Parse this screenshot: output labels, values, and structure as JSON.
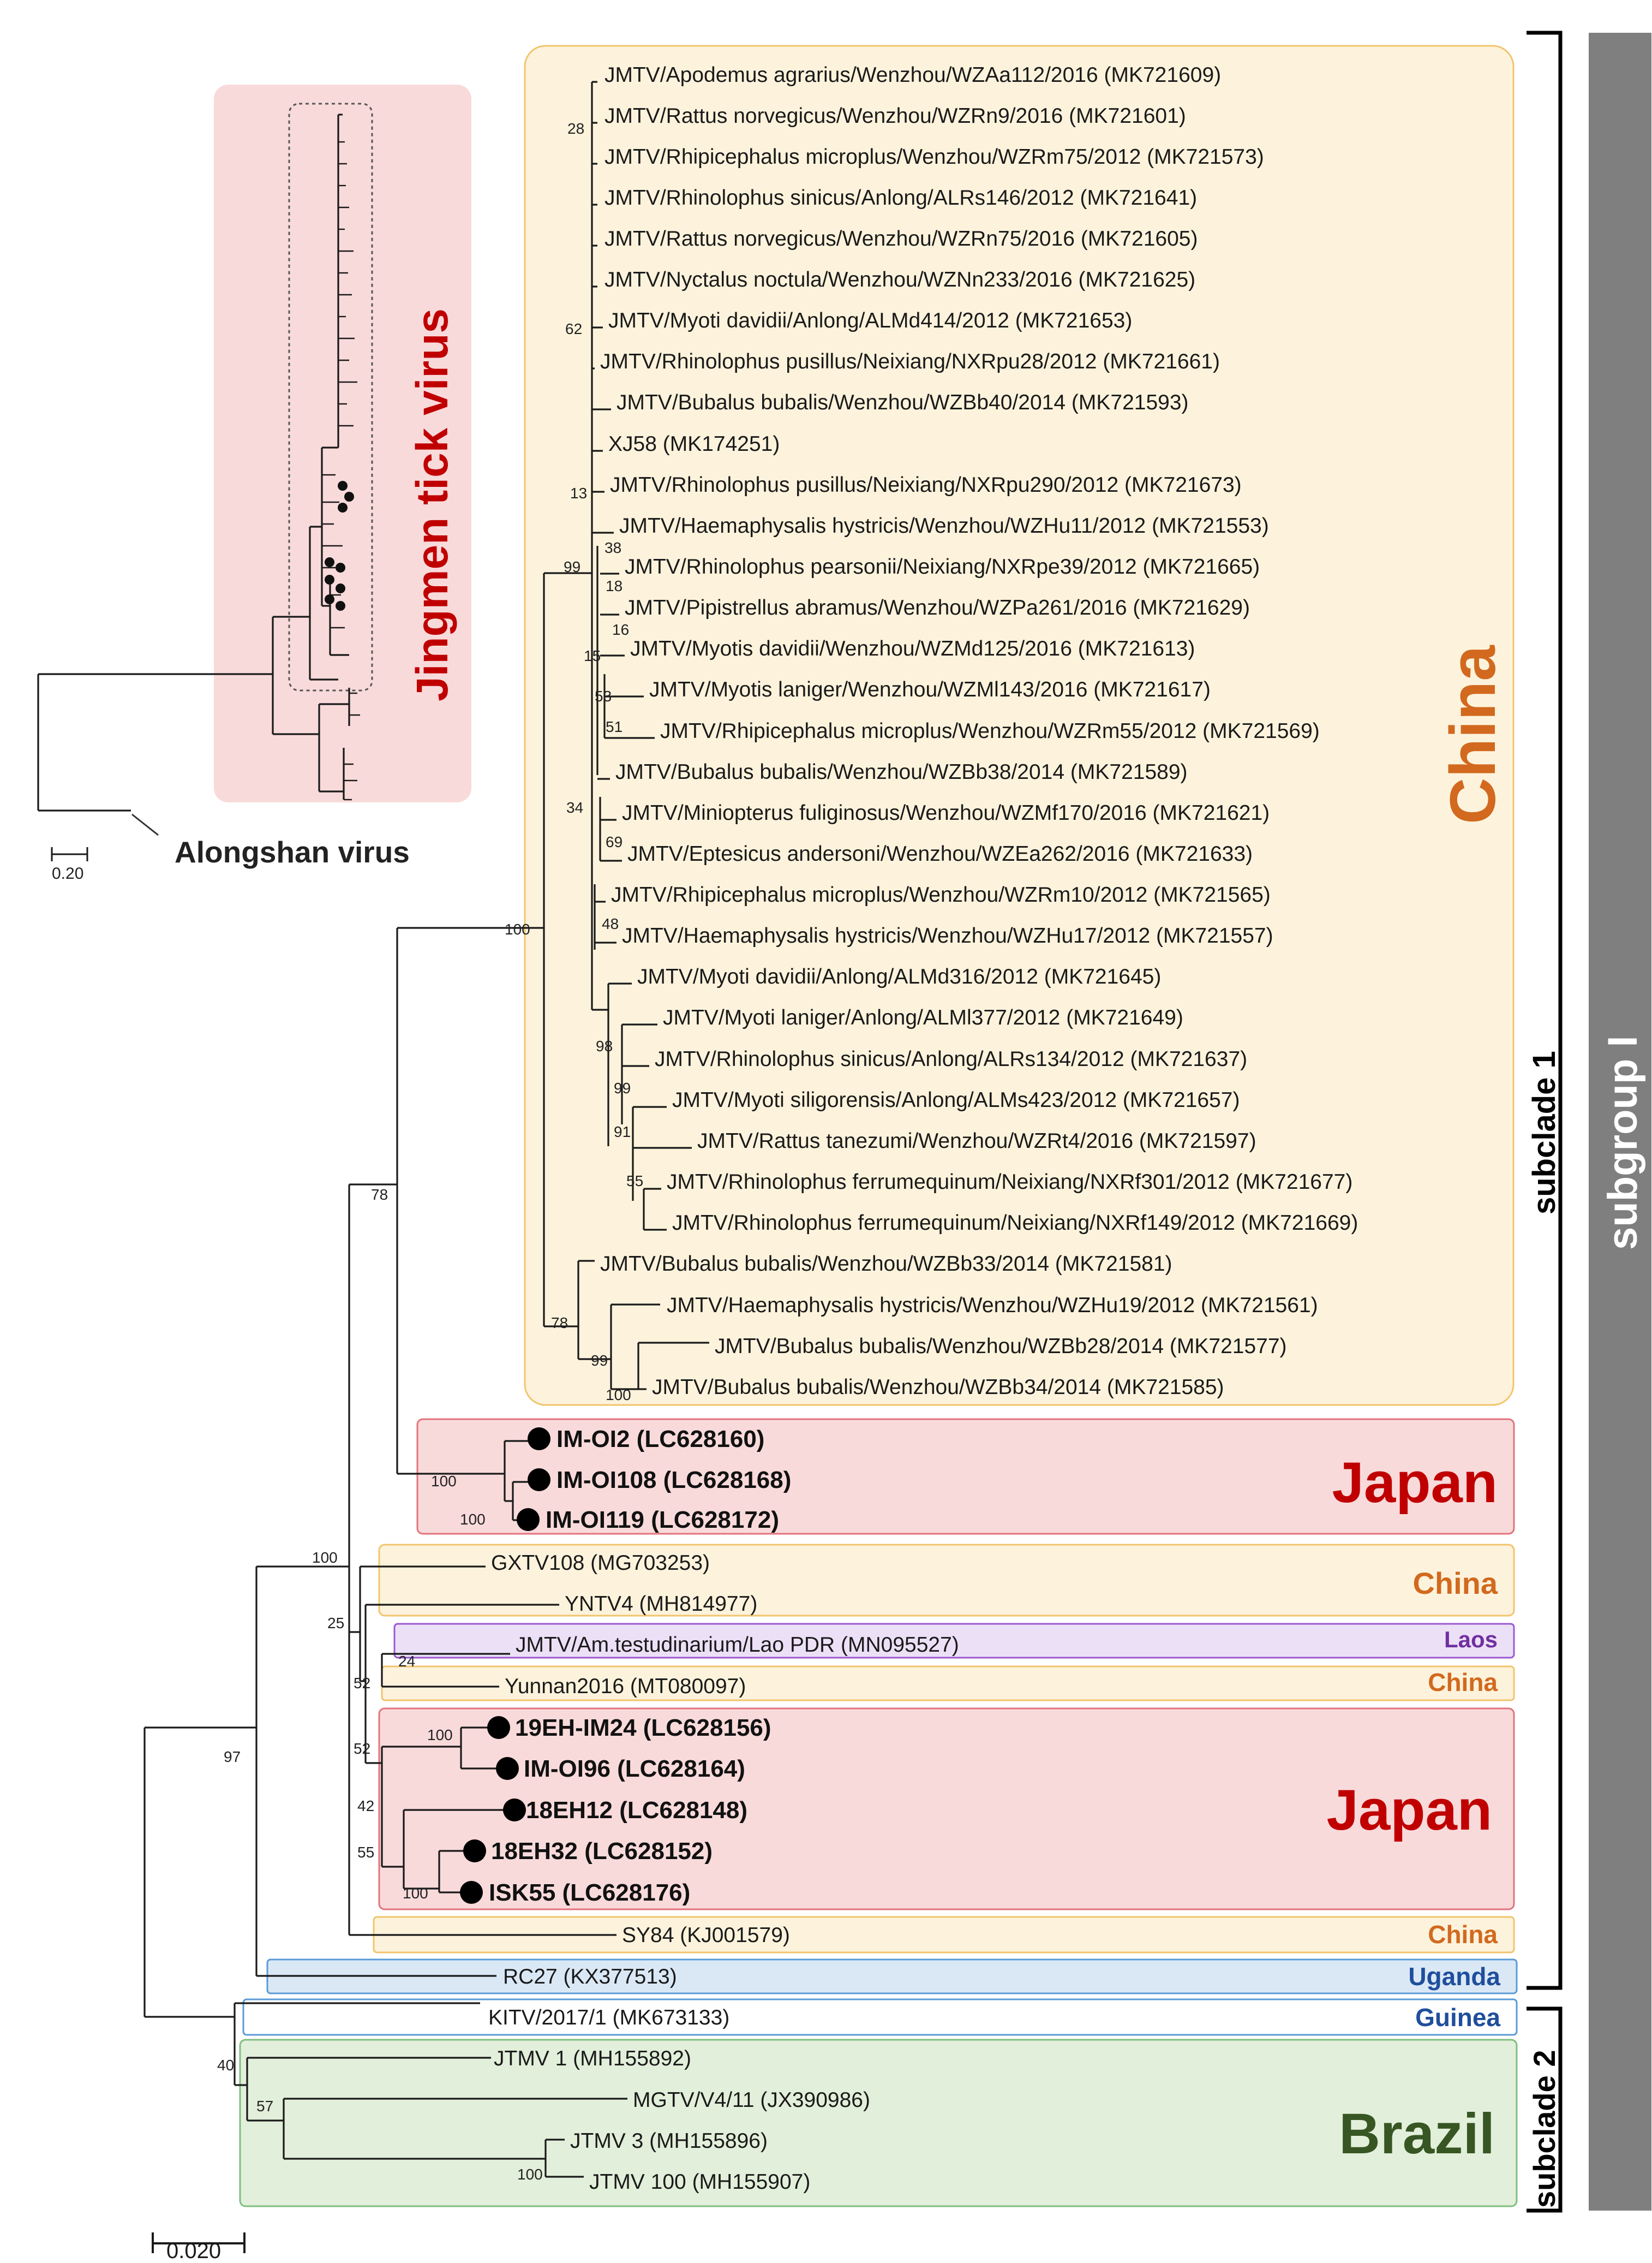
{
  "colors": {
    "china_fill": "#fdf3dc",
    "china_stroke": "#f2c46c",
    "china_text": "#d2691e",
    "japan_fill": "#f9dadb",
    "japan_stroke": "#e3737b",
    "japan_text": "#c00000",
    "laos_fill": "#ece0f7",
    "laos_stroke": "#9b59d0",
    "laos_text": "#7030a0",
    "uganda_fill": "#dae8f6",
    "uganda_stroke": "#5b9bd5",
    "uganda_text": "#1f4e9c",
    "guinea_fill": "#ffffff",
    "guinea_stroke": "#5b9bd5",
    "guinea_text": "#1f4e9c",
    "brazil_fill": "#e2efda",
    "brazil_stroke": "#7fbf7f",
    "brazil_text": "#375623",
    "subgroup_bar": "#7f7f7f",
    "inset_fill": "#f9dadb",
    "inset_text": "#c00000"
  },
  "inset": {
    "virus_label": "Jingmen tick virus",
    "outgroup_label": "Alongshan virus",
    "scale_label": "0.20"
  },
  "scale_label": "0.020",
  "regions": {
    "china_main": "China",
    "japan_1": "Japan",
    "china_2": "China",
    "laos": "Laos",
    "china_3": "China",
    "japan_2": "Japan",
    "china_4": "China",
    "uganda": "Uganda",
    "guinea": "Guinea",
    "brazil": "Brazil"
  },
  "clades": {
    "subclade_1": "subclade 1",
    "subclade_2": "subclade 2",
    "subgroup": "subgroup I"
  },
  "tips": [
    "JMTV/Apodemus agrarius/Wenzhou/WZAa112/2016 (MK721609)",
    "JMTV/Rattus norvegicus/Wenzhou/WZRn9/2016 (MK721601)",
    "JMTV/Rhipicephalus microplus/Wenzhou/WZRm75/2012 (MK721573)",
    "JMTV/Rhinolophus sinicus/Anlong/ALRs146/2012 (MK721641)",
    "JMTV/Rattus norvegicus/Wenzhou/WZRn75/2016 (MK721605)",
    "JMTV/Nyctalus noctula/Wenzhou/WZNn233/2016 (MK721625)",
    "JMTV/Myoti davidii/Anlong/ALMd414/2012 (MK721653)",
    "JMTV/Rhinolophus pusillus/Neixiang/NXRpu28/2012 (MK721661)",
    "JMTV/Bubalus bubalis/Wenzhou/WZBb40/2014 (MK721593)",
    "XJ58 (MK174251)",
    "JMTV/Rhinolophus pusillus/Neixiang/NXRpu290/2012 (MK721673)",
    "JMTV/Haemaphysalis hystricis/Wenzhou/WZHu11/2012 (MK721553)",
    "JMTV/Rhinolophus pearsonii/Neixiang/NXRpe39/2012 (MK721665)",
    "JMTV/Pipistrellus abramus/Wenzhou/WZPa261/2016 (MK721629)",
    "JMTV/Myotis davidii/Wenzhou/WZMd125/2016 (MK721613)",
    "JMTV/Myotis laniger/Wenzhou/WZMl143/2016 (MK721617)",
    "JMTV/Rhipicephalus microplus/Wenzhou/WZRm55/2012 (MK721569)",
    "JMTV/Bubalus bubalis/Wenzhou/WZBb38/2014 (MK721589)",
    "JMTV/Miniopterus fuliginosus/Wenzhou/WZMf170/2016 (MK721621)",
    "JMTV/Eptesicus andersoni/Wenzhou/WZEa262/2016 (MK721633)",
    "JMTV/Rhipicephalus microplus/Wenzhou/WZRm10/2012 (MK721565)",
    "JMTV/Haemaphysalis hystricis/Wenzhou/WZHu17/2012 (MK721557)",
    "JMTV/Myoti davidii/Anlong/ALMd316/2012 (MK721645)",
    "JMTV/Myoti laniger/Anlong/ALMl377/2012 (MK721649)",
    "JMTV/Rhinolophus sinicus/Anlong/ALRs134/2012 (MK721637)",
    "JMTV/Myoti siligorensis/Anlong/ALMs423/2012 (MK721657)",
    "JMTV/Rattus tanezumi/Wenzhou/WZRt4/2016 (MK721597)",
    "JMTV/Rhinolophus ferrumequinum/Neixiang/NXRf301/2012 (MK721677)",
    "JMTV/Rhinolophus ferrumequinum/Neixiang/NXRf149/2012 (MK721669)",
    "JMTV/Bubalus bubalis/Wenzhou/WZBb33/2014 (MK721581)",
    "JMTV/Haemaphysalis hystricis/Wenzhou/WZHu19/2012 (MK721561)",
    "JMTV/Bubalus bubalis/Wenzhou/WZBb28/2014 (MK721577)",
    "JMTV/Bubalus bubalis/Wenzhou/WZBb34/2014 (MK721585)",
    "IM-OI2 (LC628160)",
    "IM-OI108 (LC628168)",
    "IM-OI119 (LC628172)",
    "GXTV108 (MG703253)",
    "YNTV4 (MH814977)",
    "JMTV/Am.testudinarium/Lao PDR (MN095527)",
    "Yunnan2016 (MT080097)",
    "19EH-IM24 (LC628156)",
    "IM-OI96 (LC628164)",
    "18EH12 (LC628148)",
    "18EH32 (LC628152)",
    "ISK55 (LC628176)",
    "SY84 (KJ001579)",
    "RC27 (KX377513)",
    "KITV/2017/1 (MK673133)",
    "JTMV 1 (MH155892)",
    "MGTV/V4/11 (JX390986)",
    "JTMV 3 (MH155896)",
    "JTMV 100 (MH155907)"
  ],
  "bootstrap": [
    "28",
    "62",
    "13",
    "99",
    "38",
    "18",
    "16",
    "15",
    "53",
    "51",
    "34",
    "69",
    "48",
    "100",
    "98",
    "99",
    "91",
    "55",
    "78",
    "78",
    "99",
    "100",
    "100",
    "100",
    "100",
    "25",
    "52",
    "24",
    "52",
    "100",
    "42",
    "55",
    "100",
    "97",
    "40",
    "57",
    "100"
  ]
}
